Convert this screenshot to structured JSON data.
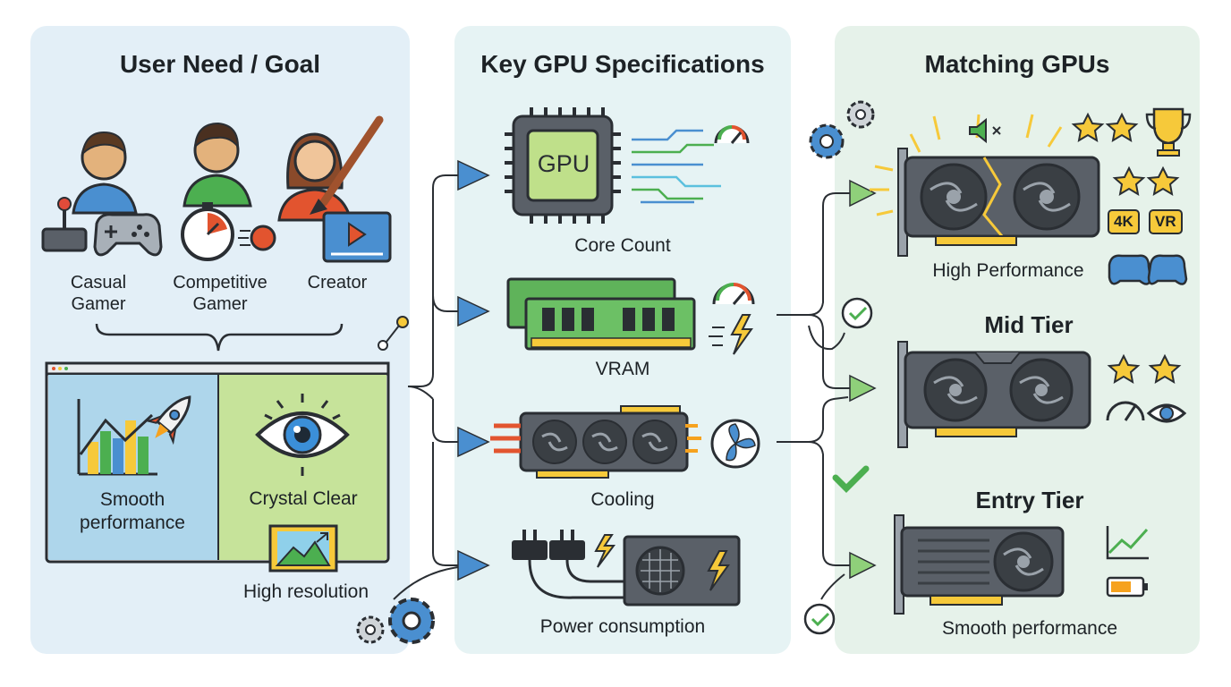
{
  "columns": {
    "user_need": {
      "title": "User Need / Goal",
      "personas": [
        "Casual\nGamer",
        "Competitive\nGamer",
        "Creator"
      ],
      "goals": {
        "smooth": "Smooth\nperformance",
        "clear": "Crystal Clear",
        "resolution": "High resolution"
      }
    },
    "specs": {
      "title": "Key GPU Specifications",
      "items": [
        "Core Count",
        "VRAM",
        "Cooling",
        "Power consumption"
      ],
      "chip_text": "GPU"
    },
    "matching": {
      "title": "Matching GPUs",
      "tiers": {
        "high": "High Performance",
        "mid": "Mid Tier",
        "entry": "Entry Tier",
        "entry_caption": "Smooth performance"
      },
      "badges": [
        "4K",
        "VR"
      ]
    }
  },
  "colors": {
    "panel_blue": "#e3eff7",
    "panel_teal": "#e6f3f4",
    "panel_green": "#e6f2ea",
    "arrow_blue": "#4a8fd0",
    "arrow_green": "#5cb85c",
    "star": "#f6c93a"
  }
}
